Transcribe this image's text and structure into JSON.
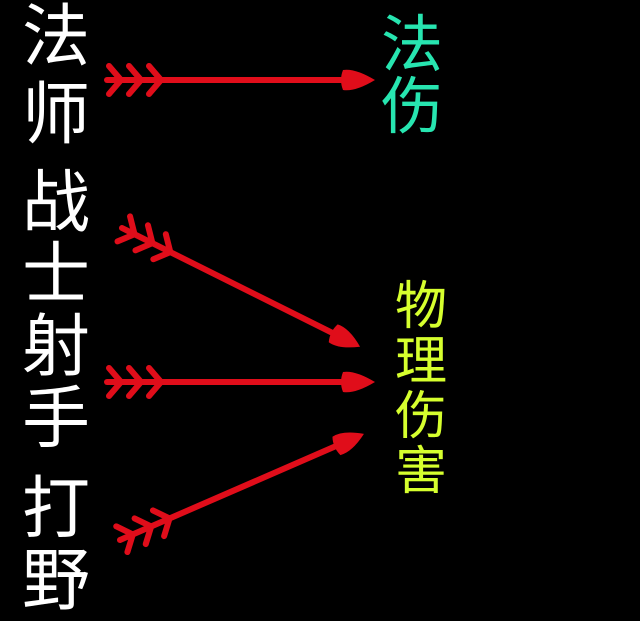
{
  "roles": [
    {
      "label": "法师",
      "chars": [
        "法",
        "师"
      ]
    },
    {
      "label": "战士",
      "chars": [
        "战",
        "士"
      ]
    },
    {
      "label": "射手",
      "chars": [
        "射",
        "手"
      ]
    },
    {
      "label": "打野",
      "chars": [
        "打",
        "野"
      ]
    }
  ],
  "role_chars": [
    "法",
    "师",
    "战",
    "士",
    "射",
    "手",
    "打",
    "野"
  ],
  "targets": {
    "magic": {
      "label": "法伤",
      "chars": [
        "法",
        "伤"
      ],
      "color": "#27e5b0"
    },
    "physical": {
      "label": "物理伤害",
      "chars": [
        "物",
        "理",
        "伤",
        "害"
      ],
      "color": "#d6ff2e"
    }
  },
  "arrows": [
    {
      "from": "法师",
      "to": "法伤",
      "color": "#e00d1a"
    },
    {
      "from": "战士",
      "to": "物理伤害",
      "color": "#e00d1a"
    },
    {
      "from": "射手",
      "to": "物理伤害",
      "color": "#e00d1a"
    },
    {
      "from": "打野",
      "to": "物理伤害",
      "color": "#e00d1a"
    }
  ],
  "colors": {
    "background": "#000000",
    "role_text": "#ffffff",
    "arrow": "#e00d1a"
  }
}
